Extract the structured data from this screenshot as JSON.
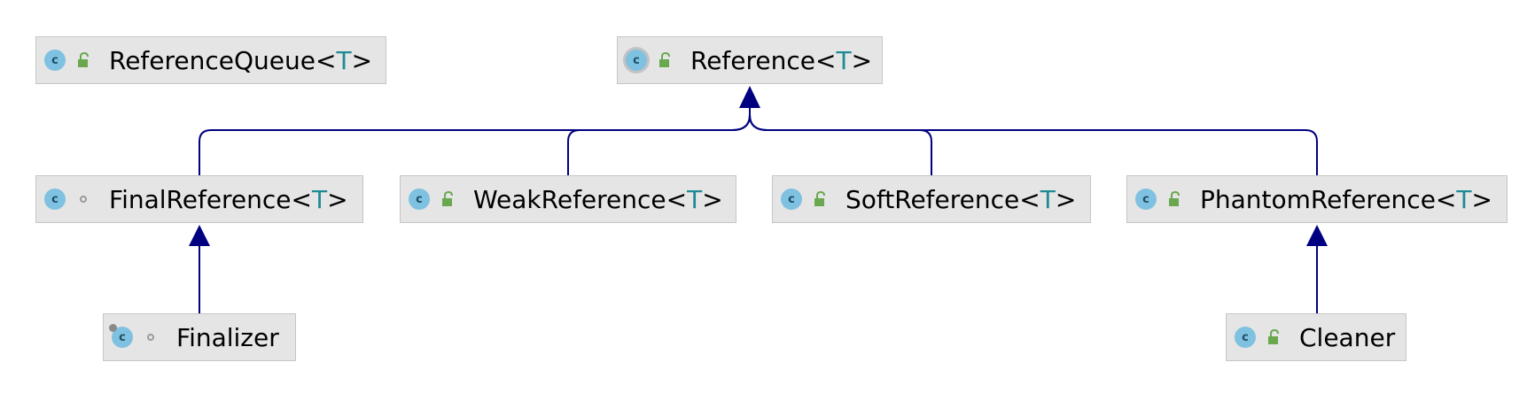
{
  "colors": {
    "background": "#ffffff",
    "node_fill": "#e5e5e5",
    "node_border": "#c6c6c6",
    "edge": "#000080",
    "class_icon": "#7fc1e0",
    "public_lock": "#6aa84f",
    "type_param": "#1f8a96"
  },
  "nodes": [
    {
      "id": "ReferenceQueue",
      "name": "ReferenceQueue",
      "type_param": "T",
      "icon": "class-icon",
      "visibility": "public-lock-icon"
    },
    {
      "id": "Reference",
      "name": "Reference",
      "type_param": "T",
      "icon": "abstract-class-icon",
      "visibility": "public-lock-icon"
    },
    {
      "id": "FinalReference",
      "name": "FinalReference",
      "type_param": "T",
      "icon": "class-icon",
      "visibility": "package-private-icon"
    },
    {
      "id": "WeakReference",
      "name": "WeakReference",
      "type_param": "T",
      "icon": "class-icon",
      "visibility": "public-lock-icon"
    },
    {
      "id": "SoftReference",
      "name": "SoftReference",
      "type_param": "T",
      "icon": "class-icon",
      "visibility": "public-lock-icon"
    },
    {
      "id": "PhantomReference",
      "name": "PhantomReference",
      "type_param": "T",
      "icon": "class-icon",
      "visibility": "public-lock-icon"
    },
    {
      "id": "Finalizer",
      "name": "Finalizer",
      "type_param": "",
      "icon": "final-class-icon",
      "visibility": "package-private-icon"
    },
    {
      "id": "Cleaner",
      "name": "Cleaner",
      "type_param": "",
      "icon": "class-icon",
      "visibility": "public-lock-icon"
    }
  ],
  "edges": [
    {
      "from": "FinalReference",
      "to": "Reference",
      "relation": "extends"
    },
    {
      "from": "WeakReference",
      "to": "Reference",
      "relation": "extends"
    },
    {
      "from": "SoftReference",
      "to": "Reference",
      "relation": "extends"
    },
    {
      "from": "PhantomReference",
      "to": "Reference",
      "relation": "extends"
    },
    {
      "from": "Finalizer",
      "to": "FinalReference",
      "relation": "extends"
    },
    {
      "from": "Cleaner",
      "to": "PhantomReference",
      "relation": "extends"
    }
  ]
}
